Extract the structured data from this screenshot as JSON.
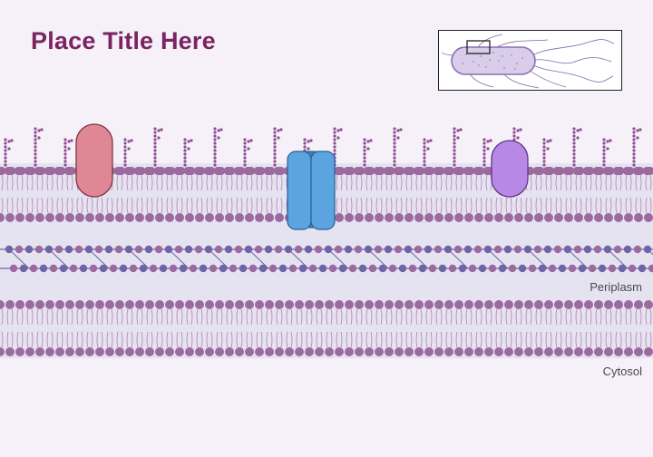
{
  "title": "Place Title Here",
  "labels": {
    "periplasm": "Periplasm",
    "cytosol": "Cytosol"
  },
  "colors": {
    "background": "#f6f1f8",
    "title": "#7a2461",
    "membrane_band": "#e6e3f1",
    "lipid_head": "#9b6b9f",
    "lipid_tail": "#b88ab9",
    "lps": "#8f4f95",
    "peptidoglycan_dark": "#6e64a6",
    "peptidoglycan_light": "#9b6b9f",
    "protein_red": "#e08796",
    "protein_blue": "#5ba4e0",
    "protein_purple": "#b788e6",
    "bacterium_body": "#d9cde9"
  },
  "icons": {
    "inset": "bacterium-icon",
    "outer_membrane": "lipid-bilayer",
    "inner_membrane": "lipid-bilayer",
    "cell_wall": "peptidoglycan-layer"
  }
}
